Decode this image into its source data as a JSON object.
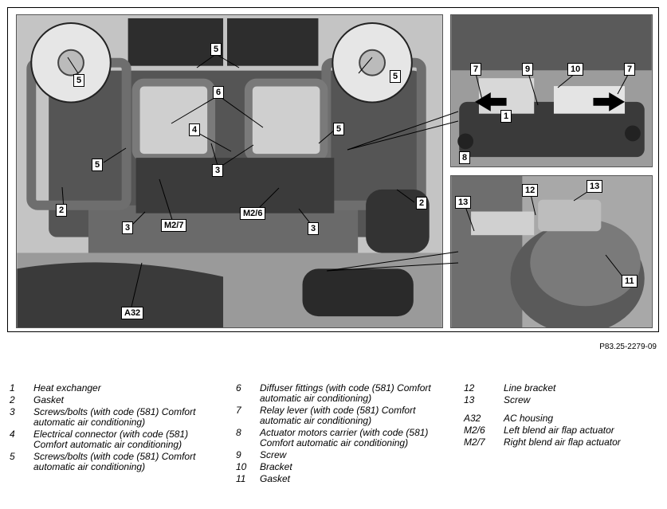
{
  "figure_ref": "P83.25-2279-09",
  "callouts": {
    "main": [
      "5",
      "5",
      "5",
      "6",
      "4",
      "5",
      "5",
      "3",
      "2",
      "2",
      "3",
      "M2/7",
      "M2/6",
      "3",
      "A32"
    ],
    "top_right": [
      "7",
      "9",
      "10",
      "7",
      "1",
      "8"
    ],
    "bottom_right": [
      "13",
      "12",
      "13",
      "11"
    ]
  },
  "legend": {
    "col1": [
      {
        "num": "1",
        "text": "Heat exchanger"
      },
      {
        "num": "2",
        "text": "Gasket"
      },
      {
        "num": "3",
        "text": "Screws/bolts (with code (581) Comfort automatic air conditioning)"
      },
      {
        "num": "4",
        "text": "Electrical connector (with code (581) Comfort automatic air conditioning)"
      },
      {
        "num": "5",
        "text": "Screws/bolts (with code (581) Comfort automatic air conditioning)"
      }
    ],
    "col2": [
      {
        "num": "6",
        "text": "Diffuser fittings (with code (581) Comfort automatic air conditioning)"
      },
      {
        "num": "7",
        "text": "Relay lever (with code (581) Comfort automatic air conditioning)"
      },
      {
        "num": "8",
        "text": "Actuator motors carrier (with code (581) Comfort automatic air conditioning)"
      },
      {
        "num": "9",
        "text": "Screw"
      },
      {
        "num": "10",
        "text": "Bracket"
      },
      {
        "num": "11",
        "text": "Gasket"
      }
    ],
    "col3a": [
      {
        "num": "12",
        "text": "Line bracket"
      },
      {
        "num": "13",
        "text": "Screw"
      }
    ],
    "col3b": [
      {
        "num": "A32",
        "text": "AC housing"
      },
      {
        "num": "M2/6",
        "text": "Left blend air flap actuator"
      },
      {
        "num": "M2/7",
        "text": "Right blend air flap actuator"
      }
    ]
  }
}
